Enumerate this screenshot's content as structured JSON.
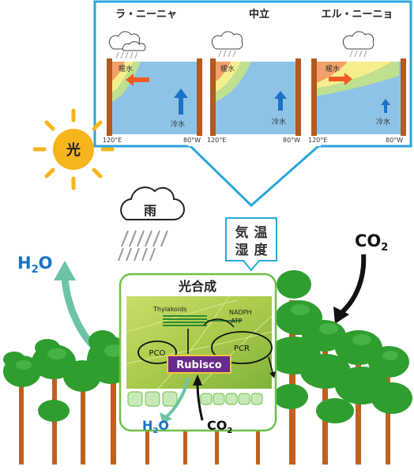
{
  "enso": {
    "panels": [
      {
        "title": "ラ・ニーニャ",
        "warm_label": "暖水",
        "cold_label": "冷水",
        "west_label": "120°E",
        "east_label": "80°W"
      },
      {
        "title": "中立",
        "warm_label": "暖水",
        "cold_label": "冷水",
        "west_label": "120°E",
        "east_label": "80°W"
      },
      {
        "title": "エル・ニーニョ",
        "warm_label": "暖水",
        "cold_label": "冷水",
        "west_label": "120°E",
        "east_label": "80°W"
      }
    ]
  },
  "weather": {
    "sun_label": "光",
    "rain_label": "雨",
    "climate_box": [
      "気",
      "温",
      "湿",
      "度"
    ]
  },
  "gases": {
    "h2o_out": {
      "main": "H",
      "sub": "2",
      "tail": "O"
    },
    "co2_in": {
      "main": "CO",
      "sub": "2"
    }
  },
  "photosynthesis": {
    "title": "光合成",
    "thylakoids": "Thylakoids",
    "nadph": "NADPH",
    "atp": "ATP",
    "pco": "PCO",
    "pcr": "PCR",
    "rubisco": "Rubisco",
    "h2o": {
      "main": "H",
      "sub": "2",
      "tail": "O"
    },
    "co2": {
      "main": "CO",
      "sub": "2"
    }
  },
  "colors": {
    "frame_blue": "#29a6dc",
    "ocean_blue": "#8ec3e6",
    "warm_orange": "#f3a06a",
    "warm_yellow": "#f6ee8c",
    "warm_green": "#bfe08e",
    "land_brown": "#b35a1f",
    "arrow_blue": "#1a73c8",
    "arrow_orange": "#ee5a24",
    "sun": "#f7b51c",
    "h2o_green": "#6cc4a4",
    "leaf_green": "#2f9e2f",
    "rubisco_purple": "#6a2c8c"
  }
}
